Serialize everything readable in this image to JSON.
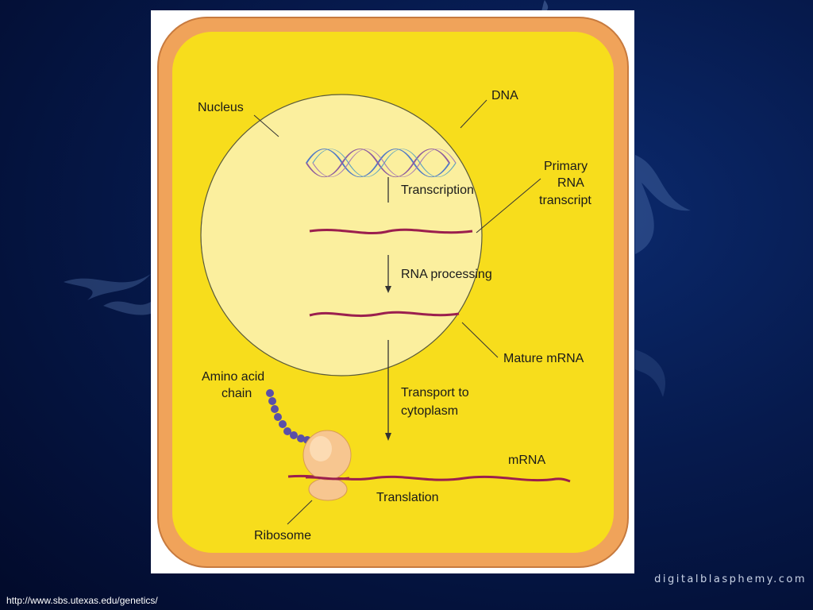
{
  "diagram": {
    "labels": {
      "nucleus": "Nucleus",
      "dna": "DNA",
      "transcription": "Transcription",
      "primary_rna_line1": "Primary",
      "primary_rna_line2": "RNA",
      "primary_rna_line3": "transcript",
      "rna_processing": "RNA processing",
      "mature_mrna": "Mature mRNA",
      "amino_acid_line1": "Amino acid",
      "amino_acid_line2": "chain",
      "transport_line1": "Transport to",
      "transport_line2": "cytoplasm",
      "mrna": "mRNA",
      "translation": "Translation",
      "ribosome": "Ribosome"
    },
    "colors": {
      "cell_wall": "#f0a35a",
      "cytoplasm": "#f7dd1c",
      "nucleus": "#fbef9e",
      "rna": "#9b1f4e",
      "dna_strand_a": "#4f79c6",
      "dna_strand_b": "#8e5c9e",
      "amino_acid": "#5a4fa8",
      "ribosome": "#f7c690"
    }
  },
  "footer": {
    "watermark": "digitalblasphemy.com",
    "source_url": "http://www.sbs.utexas.edu/genetics/"
  }
}
